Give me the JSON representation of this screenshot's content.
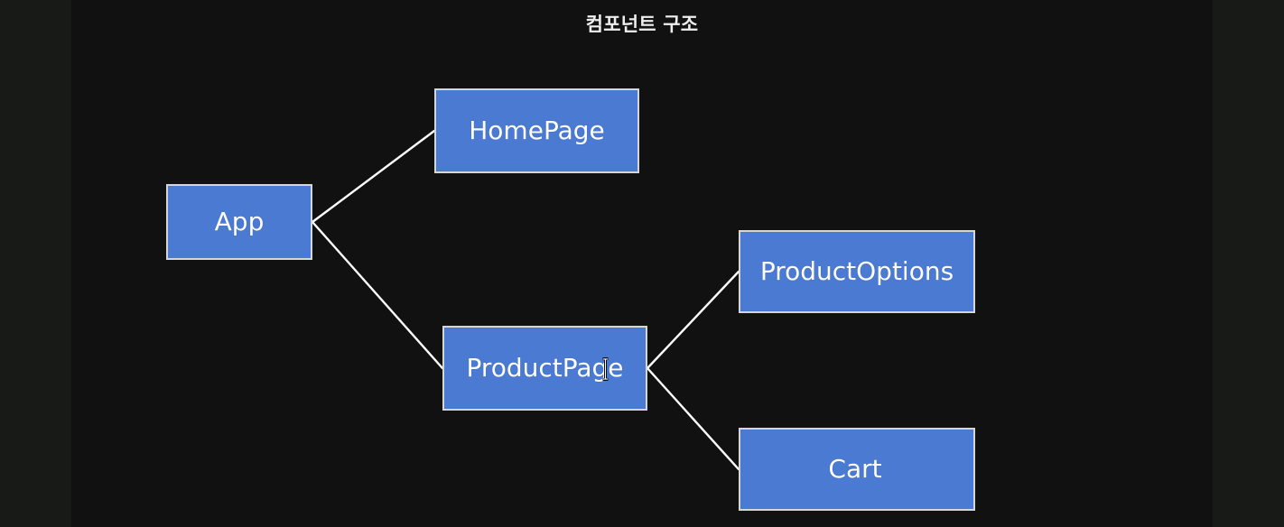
{
  "diagram": {
    "title": "컴포넌트 구조",
    "type": "component-tree",
    "background_color": "#111111",
    "page_background_color": "#171a17",
    "node_fill_color": "#4a7ad1",
    "node_border_color": "#d6d6d6",
    "node_text_color": "#ffffff",
    "edge_color": "#ffffff",
    "nodes": [
      {
        "id": "app",
        "label": "App"
      },
      {
        "id": "homepage",
        "label": "HomePage"
      },
      {
        "id": "productpage",
        "label": "ProductPage"
      },
      {
        "id": "productoptions",
        "label": "ProductOptions"
      },
      {
        "id": "cart",
        "label": "Cart"
      }
    ],
    "edges": [
      {
        "from": "App",
        "to": "HomePage"
      },
      {
        "from": "App",
        "to": "ProductPage"
      },
      {
        "from": "ProductPage",
        "to": "ProductOptions"
      },
      {
        "from": "ProductPage",
        "to": "Cart"
      }
    ]
  },
  "pointer": {
    "kind": "text-ibeam-cursor",
    "over_node": "ProductPage"
  }
}
